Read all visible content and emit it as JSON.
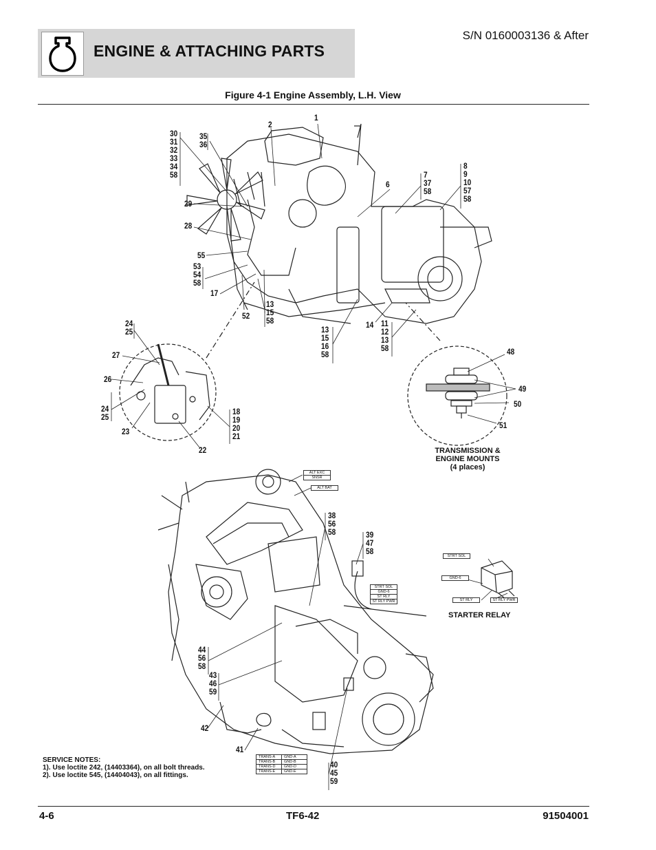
{
  "header": {
    "title": "ENGINE & ATTACHING PARTS",
    "serial": "S/N 0160003136 & After"
  },
  "figure": {
    "title": "Figure 4-1 Engine Assembly, L.H. View"
  },
  "callouts": [
    {
      "id": "c1",
      "text": "1"
    },
    {
      "id": "c2",
      "text": "2"
    },
    {
      "id": "c30",
      "text": "30\n31\n32\n33\n34\n58"
    },
    {
      "id": "c35",
      "text": "35\n36"
    },
    {
      "id": "c29",
      "text": "29"
    },
    {
      "id": "c28",
      "text": "28"
    },
    {
      "id": "c55",
      "text": "55"
    },
    {
      "id": "c53",
      "text": "53\n54\n58"
    },
    {
      "id": "c17",
      "text": "17"
    },
    {
      "id": "c52",
      "text": "52"
    },
    {
      "id": "c13a",
      "text": "13\n15\n58"
    },
    {
      "id": "c6",
      "text": "6"
    },
    {
      "id": "c7",
      "text": "7\n37\n58"
    },
    {
      "id": "c8",
      "text": "8\n9\n10\n57\n58"
    },
    {
      "id": "c13b",
      "text": "13\n15\n16\n58"
    },
    {
      "id": "c14",
      "text": "14"
    },
    {
      "id": "c11",
      "text": "11\n12\n13\n58"
    },
    {
      "id": "c24a",
      "text": "24\n25"
    },
    {
      "id": "c27",
      "text": "27"
    },
    {
      "id": "c26",
      "text": "26"
    },
    {
      "id": "c24b",
      "text": "24\n25"
    },
    {
      "id": "c23",
      "text": "23"
    },
    {
      "id": "c18",
      "text": "18\n19\n20\n21"
    },
    {
      "id": "c22",
      "text": "22"
    },
    {
      "id": "c48",
      "text": "48"
    },
    {
      "id": "c49",
      "text": "49"
    },
    {
      "id": "c50",
      "text": "50"
    },
    {
      "id": "c51",
      "text": "51"
    },
    {
      "id": "c38",
      "text": "38\n56\n58"
    },
    {
      "id": "c39",
      "text": "39\n47\n58"
    },
    {
      "id": "c44",
      "text": "44\n56\n58"
    },
    {
      "id": "c43",
      "text": "43\n46\n59"
    },
    {
      "id": "c42",
      "text": "42"
    },
    {
      "id": "c41",
      "text": "41"
    },
    {
      "id": "c40",
      "text": "40\n45\n59"
    }
  ],
  "labels": {
    "mounts": "TRANSMISSION &\nENGINE MOUNTS\n(4 places)",
    "starter_relay": "STARTER RELAY"
  },
  "tags": {
    "alt_exc": "ALT EXC",
    "snsr": "SNSR",
    "alt_bat": "ALT BAT",
    "strt_sol_a": "STRT SOL",
    "gnd_6_a": "GND-6",
    "st_rly_a": "ST RLY",
    "st_rly_pwr_a": "ST RLY PWR",
    "strt_sol_b": "STRT SOL",
    "gnd_6_b": "GND-6",
    "st_rly_b": "ST RLY",
    "st_rly_pwr_b": "ST RLY PWR"
  },
  "connector_table": [
    [
      "TRANS-A",
      "GND-A"
    ],
    [
      "TRANS-B",
      "GND-B"
    ],
    [
      "TRANS-D",
      "GND-D"
    ],
    [
      "TRANS-E",
      "GND-E"
    ]
  ],
  "service_notes": {
    "heading": "SERVICE NOTES:",
    "note1": "1).  Use loctite 242, (14403364), on all bolt threads.",
    "note2": "2).  Use loctite 545, (14404043), on all fittings."
  },
  "footer": {
    "page": "4-6",
    "model": "TF6-42",
    "doc_number": "91504001"
  }
}
